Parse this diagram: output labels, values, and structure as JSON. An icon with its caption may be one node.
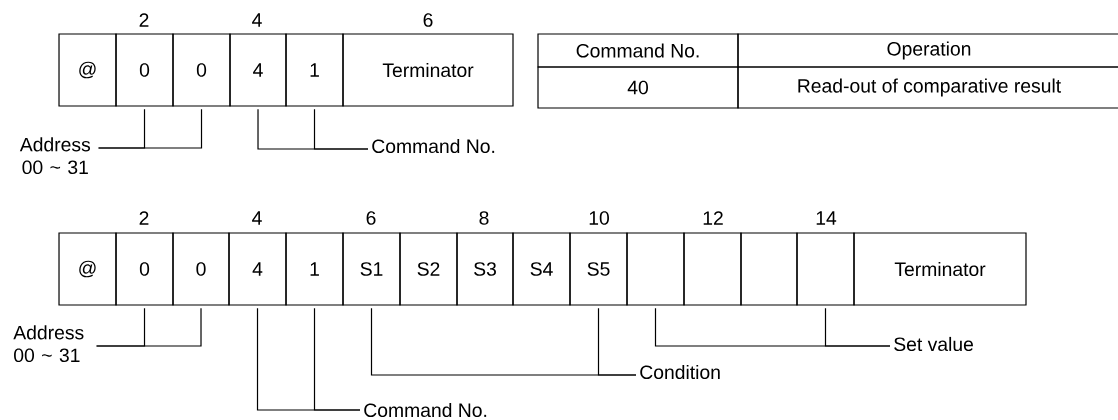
{
  "diagram": {
    "nodes": [
      {
        "text": [
          "@"
        ]
      },
      {
        "text": [
          "0"
        ]
      },
      {
        "text": [
          "0"
        ]
      },
      {
        "text": [
          "4"
        ]
      },
      {
        "text": [
          "1"
        ]
      },
      {
        "text": [
          "Terminator"
        ]
      },
      {
        "text": [
          "Address 00 ~ 31"
        ]
      },
      {
        "text": [
          "Command No."
        ]
      },
      {
        "text": [
          "@"
        ]
      },
      {
        "text": [
          "0"
        ]
      },
      {
        "text": [
          "0"
        ]
      },
      {
        "text": [
          "4"
        ]
      },
      {
        "text": [
          "1"
        ]
      },
      {
        "text": [
          "S1"
        ]
      },
      {
        "text": [
          "S2"
        ]
      },
      {
        "text": [
          "S3"
        ]
      },
      {
        "text": [
          "S4"
        ]
      },
      {
        "text": [
          "S5"
        ]
      },
      {
        "text": [],
        "shape": "box"
      },
      {
        "text": [],
        "shape": "box"
      },
      {
        "text": [],
        "shape": "box"
      },
      {
        "text": [],
        "shape": "box"
      },
      {
        "text": [
          "Terminator"
        ]
      },
      {
        "text": [
          "Address 00 ~ 31"
        ]
      },
      {
        "text": [
          "Condition"
        ]
      },
      {
        "text": [
          "Set value"
        ]
      },
      {
        "text": [
          "Command No."
        ]
      }
    ],
    "edges": [
      {
        "from": 6,
        "to": 1,
        "arrow": "none"
      },
      {
        "from": 6,
        "to": 2,
        "arrow": "none"
      },
      {
        "from": 7,
        "to": 3,
        "arrow": "none"
      },
      {
        "from": 7,
        "to": 4,
        "arrow": "none"
      },
      {
        "from": 23,
        "to": 9,
        "arrow": "none"
      },
      {
        "from": 23,
        "to": 10,
        "arrow": "none"
      },
      {
        "from": 26,
        "to": 11,
        "arrow": "none"
      },
      {
        "from": 26,
        "to": 12,
        "arrow": "none"
      },
      {
        "from": 24,
        "to": 13,
        "arrow": "none"
      },
      {
        "from": 24,
        "to": 17,
        "arrow": "none"
      },
      {
        "from": 25,
        "to": 18,
        "arrow": "none"
      },
      {
        "from": 25,
        "to": 21,
        "arrow": "none"
      }
    ],
    "labels": [
      "2",
      "4",
      "6",
      "Command No.",
      "Operation",
      "40",
      "Read-out of comparative result",
      "2",
      "4",
      "6",
      "8",
      "10",
      "12",
      "14"
    ]
  }
}
